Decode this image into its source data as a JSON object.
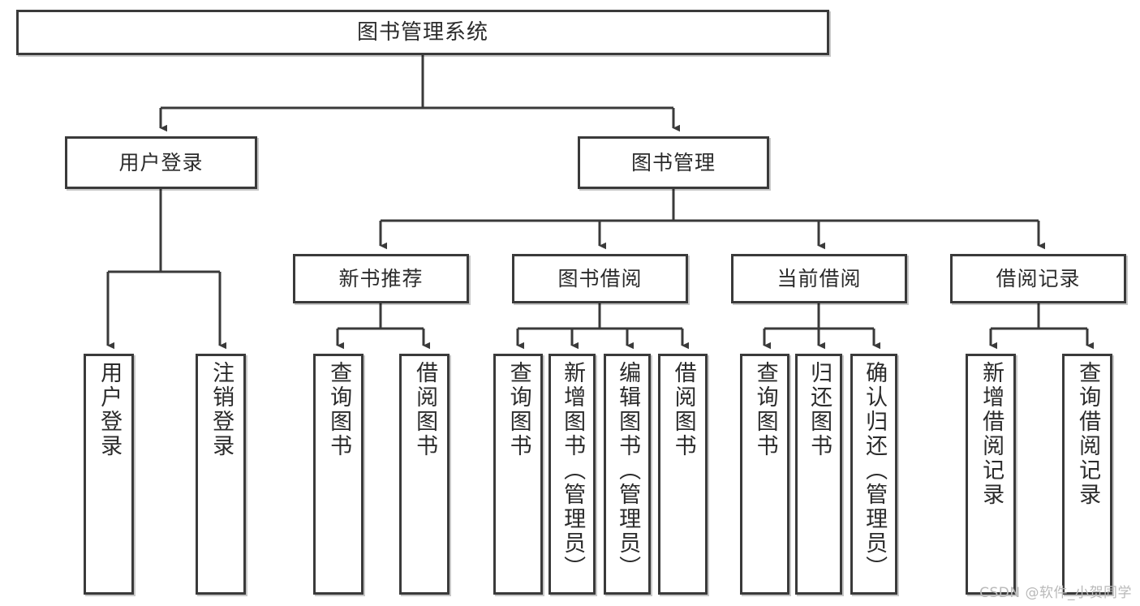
{
  "diagram": {
    "type": "tree-hierarchy-chart",
    "title": "图书管理系统",
    "stroke_color": "#3a3a3a",
    "fill_color": "#ffffff",
    "text_color": "#2b2b2b",
    "watermark": "CSDN @软件_小贺同学"
  },
  "nodes": {
    "root": {
      "label": "图书管理系统",
      "level": 1
    },
    "level2": [
      {
        "id": "user-login",
        "label": "用户登录"
      },
      {
        "id": "book-management",
        "label": "图书管理"
      }
    ],
    "level3": [
      {
        "id": "new-book-recommend",
        "label": "新书推荐"
      },
      {
        "id": "book-borrow",
        "label": "图书借阅"
      },
      {
        "id": "current-borrow",
        "label": "当前借阅"
      },
      {
        "id": "borrow-record",
        "label": "借阅记录"
      }
    ],
    "leaves": {
      "user-login": [
        {
          "id": "leaf-user-login",
          "label": "用户登录"
        },
        {
          "id": "leaf-logout-login",
          "label": "注销登录"
        }
      ],
      "new-book-recommend": [
        {
          "id": "leaf-query-book-1",
          "label": "查询图书"
        },
        {
          "id": "leaf-borrow-book-1",
          "label": "借阅图书"
        }
      ],
      "book-borrow": [
        {
          "id": "leaf-query-book-2",
          "label": "查询图书"
        },
        {
          "id": "leaf-add-book-admin",
          "label": "新增图书（管理员）"
        },
        {
          "id": "leaf-edit-book-admin",
          "label": "编辑图书（管理员）"
        },
        {
          "id": "leaf-borrow-book-2",
          "label": "借阅图书"
        }
      ],
      "current-borrow": [
        {
          "id": "leaf-query-book-3",
          "label": "查询图书"
        },
        {
          "id": "leaf-return-book",
          "label": "归还图书"
        },
        {
          "id": "leaf-confirm-return-admin",
          "label": "确认归还（管理员）"
        }
      ],
      "borrow-record": [
        {
          "id": "leaf-add-borrow-record",
          "label": "新增借阅记录"
        },
        {
          "id": "leaf-query-borrow-record",
          "label": "查询借阅记录"
        }
      ]
    }
  }
}
